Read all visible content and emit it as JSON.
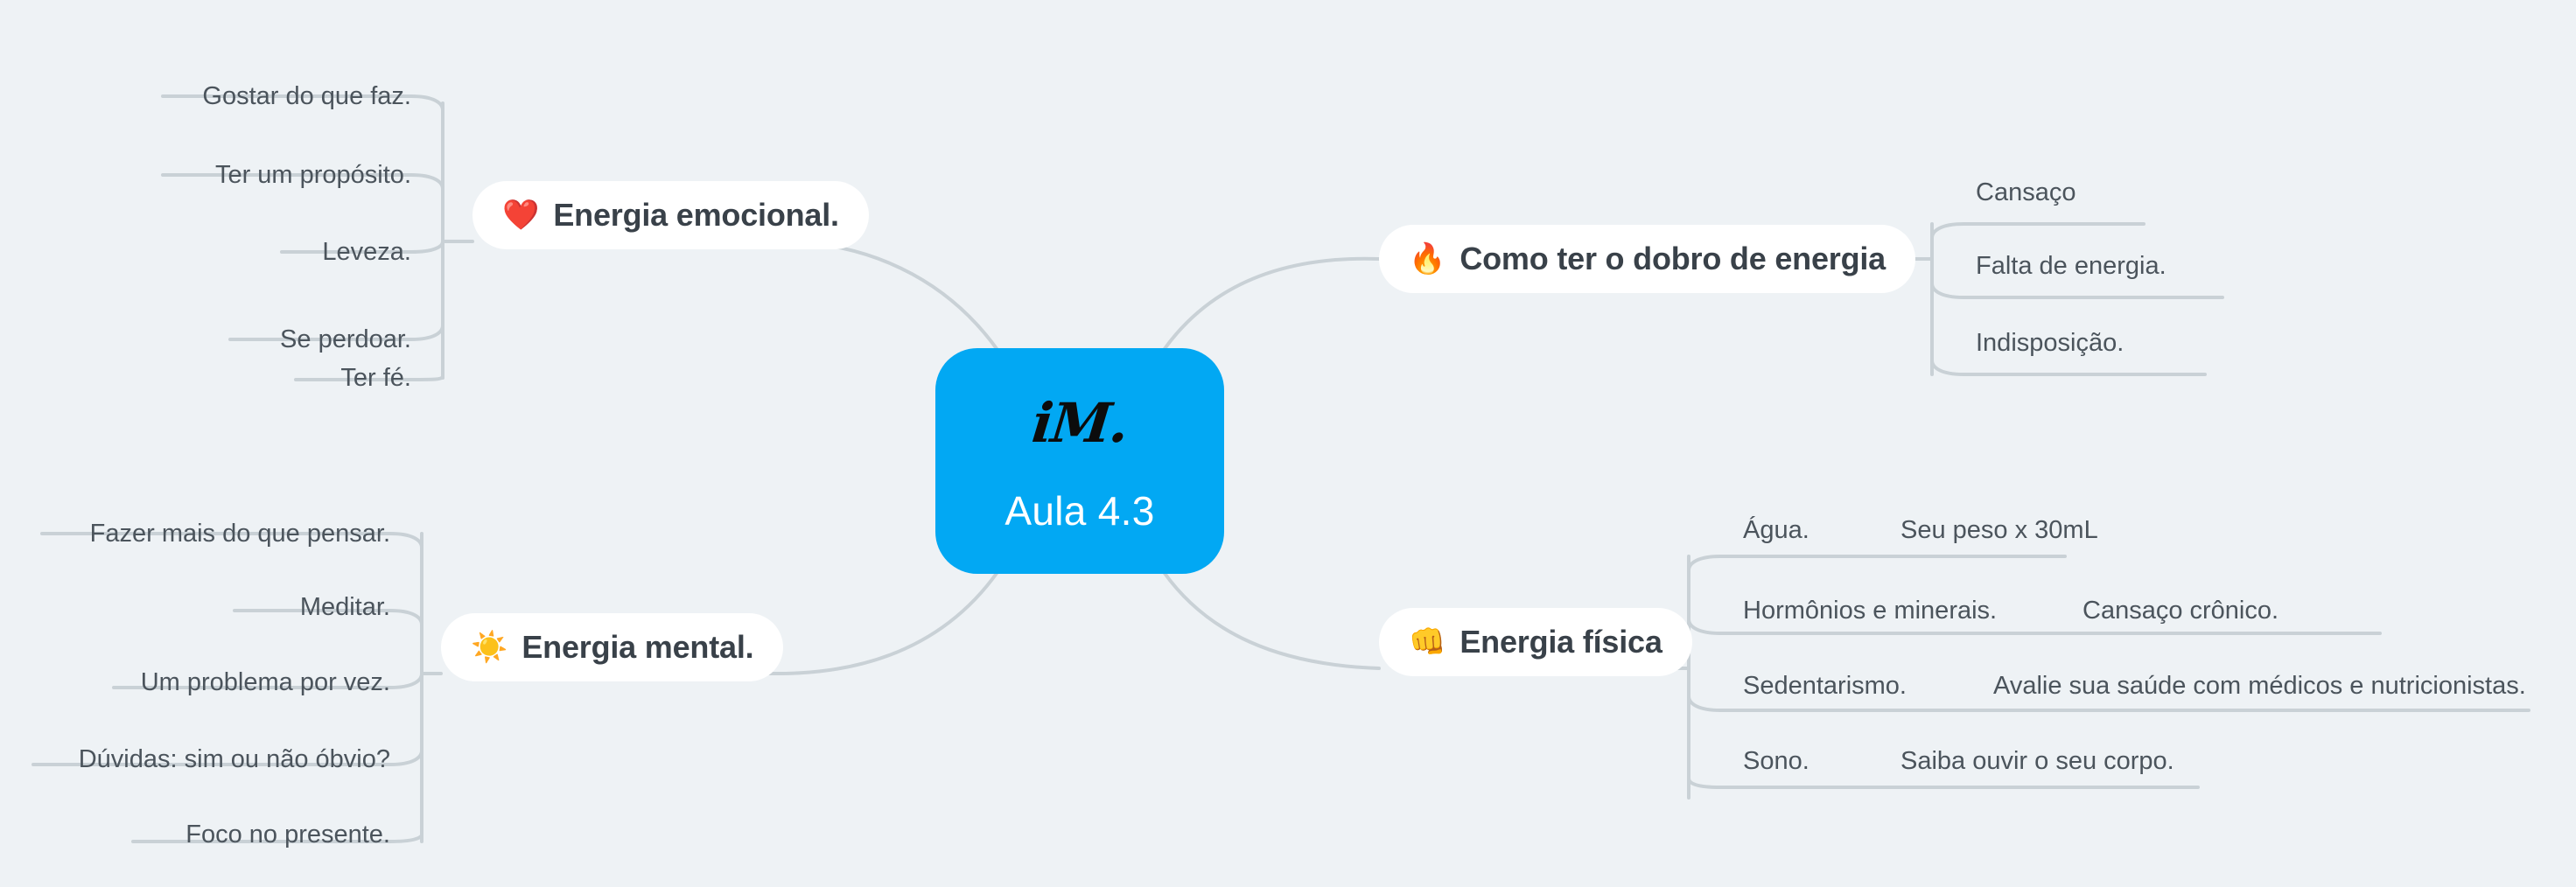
{
  "canvas": {
    "background": "#eef2f5",
    "link_color": "#c9d1d6"
  },
  "root": {
    "logo": "iM.",
    "title": "Aula 4.3",
    "color": "#02a8f3",
    "text_color": "#ffffff"
  },
  "branches": [
    {
      "id": "energia-emocional",
      "emoji": "❤️",
      "emoji_name": "red-heart-icon",
      "label": "Energia emocional.",
      "side": "left",
      "children": [
        {
          "label": "Gostar do que faz."
        },
        {
          "label": "Ter um propósito."
        },
        {
          "label": "Leveza."
        },
        {
          "label": "Se perdoar."
        },
        {
          "label": "Ter fé."
        }
      ]
    },
    {
      "id": "como-ter-o-dobro-de-energia",
      "emoji": "🔥",
      "emoji_name": "fire-icon",
      "label": "Como ter o dobro de energia",
      "side": "right",
      "children": [
        {
          "label": "Cansaço"
        },
        {
          "label": "Falta de energia."
        },
        {
          "label": "Indisposição."
        }
      ]
    },
    {
      "id": "energia-mental",
      "emoji": "☀️",
      "emoji_name": "sun-icon",
      "label": "Energia mental.",
      "side": "left",
      "children": [
        {
          "label": "Fazer mais do que pensar."
        },
        {
          "label": "Meditar."
        },
        {
          "label": "Um problema por vez."
        },
        {
          "label": "Dúvidas: sim ou não óbvio?"
        },
        {
          "label": "Foco no presente."
        }
      ]
    },
    {
      "id": "energia-fisica",
      "emoji": "👊",
      "emoji_name": "fist-icon",
      "label": "Energia física",
      "side": "right",
      "children": [
        {
          "label": "Água.",
          "detail": "Seu peso x 30mL"
        },
        {
          "label": "Hormônios e minerais.",
          "detail": "Cansaço crônico."
        },
        {
          "label": "Sedentarismo.",
          "detail": "Avalie sua saúde com médicos e nutricionistas."
        },
        {
          "label": "Sono.",
          "detail": "Saiba ouvir o seu corpo."
        }
      ]
    }
  ]
}
